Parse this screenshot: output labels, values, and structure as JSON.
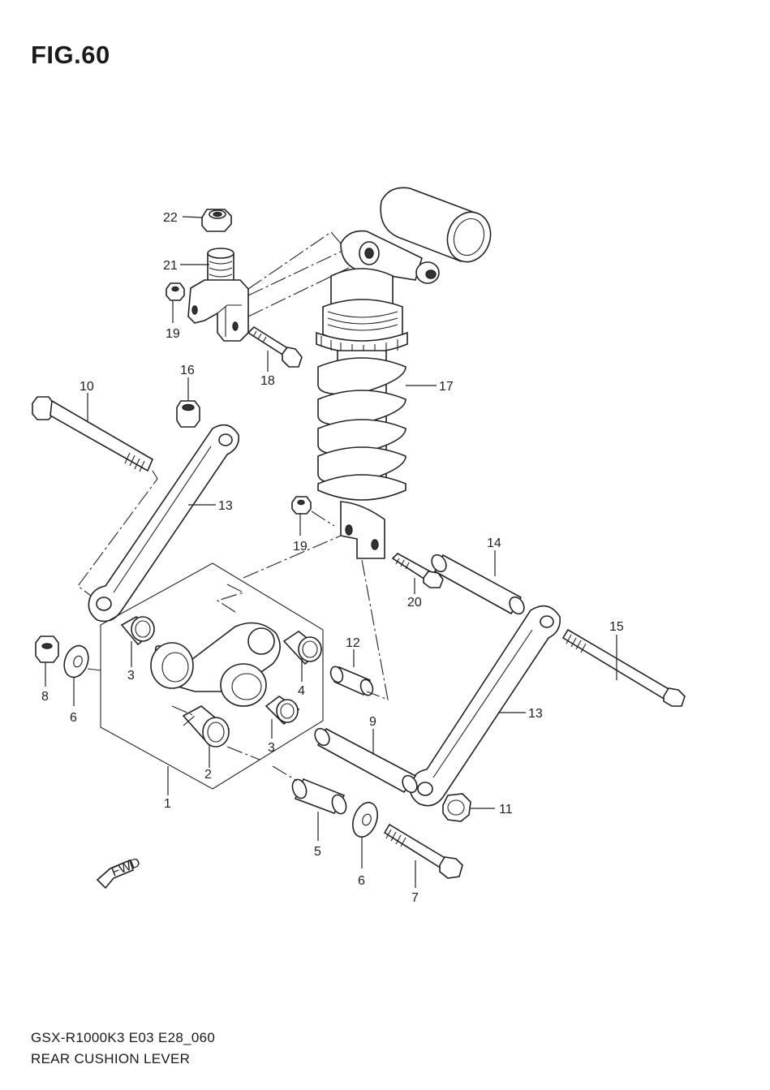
{
  "figure": {
    "title": "FIG.60",
    "model_code": "GSX-R1000K3 E03 E28_060",
    "name": "REAR CUSHION LEVER",
    "fwd_label": "FWD"
  },
  "callouts": [
    {
      "id": "c22",
      "label": "22"
    },
    {
      "id": "c21",
      "label": "21"
    },
    {
      "id": "c19a",
      "label": "19"
    },
    {
      "id": "c18",
      "label": "18"
    },
    {
      "id": "c16",
      "label": "16"
    },
    {
      "id": "c10",
      "label": "10"
    },
    {
      "id": "c17",
      "label": "17"
    },
    {
      "id": "c13a",
      "label": "13"
    },
    {
      "id": "c19b",
      "label": "19"
    },
    {
      "id": "c14",
      "label": "14"
    },
    {
      "id": "c20",
      "label": "20"
    },
    {
      "id": "c15",
      "label": "15"
    },
    {
      "id": "c8",
      "label": "8"
    },
    {
      "id": "c6a",
      "label": "6"
    },
    {
      "id": "c3a",
      "label": "3"
    },
    {
      "id": "c4",
      "label": "4"
    },
    {
      "id": "c12",
      "label": "12"
    },
    {
      "id": "c13b",
      "label": "13"
    },
    {
      "id": "c9",
      "label": "9"
    },
    {
      "id": "c3b",
      "label": "3"
    },
    {
      "id": "c2",
      "label": "2"
    },
    {
      "id": "c1",
      "label": "1"
    },
    {
      "id": "c11",
      "label": "11"
    },
    {
      "id": "c5",
      "label": "5"
    },
    {
      "id": "c6b",
      "label": "6"
    },
    {
      "id": "c7",
      "label": "7"
    }
  ]
}
